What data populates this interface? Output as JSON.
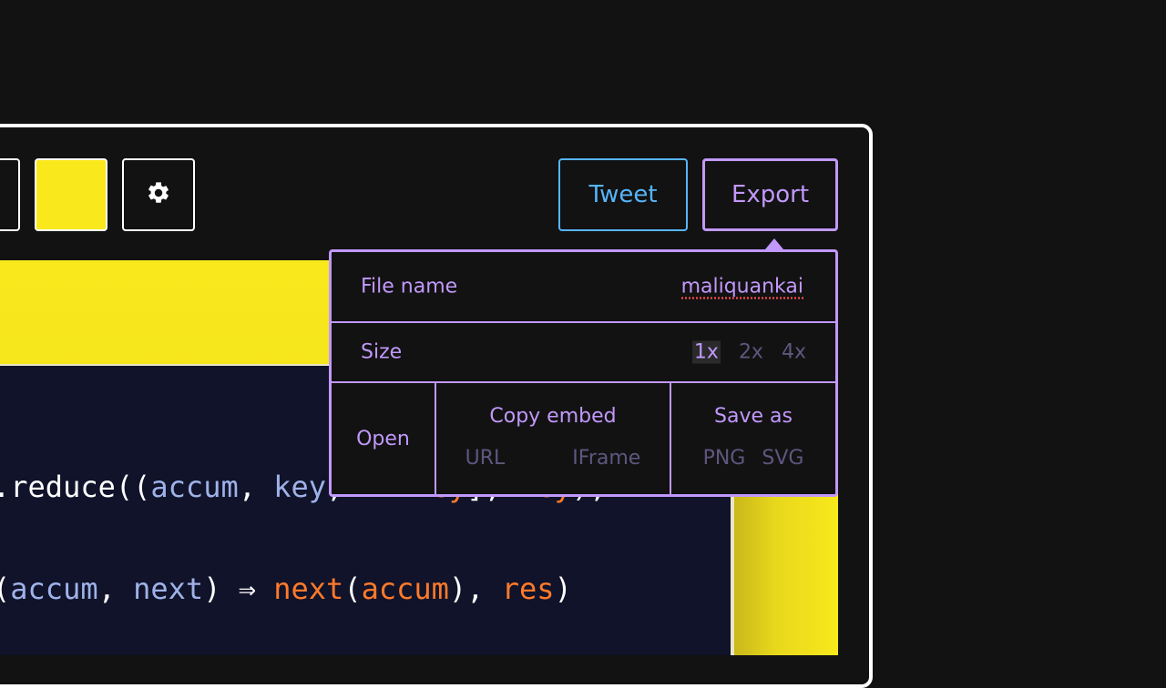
{
  "toolbar": {
    "tweet_label": "Tweet",
    "export_label": "Export",
    "color_swatch": "#f8e81c"
  },
  "export_menu": {
    "file_name_label": "File name",
    "file_name_value": "maliquankai",
    "size_label": "Size",
    "size_options": [
      "1x",
      "2x",
      "4x"
    ],
    "size_selected": "1x",
    "open_label": "Open",
    "copy_embed_label": "Copy embed",
    "copy_embed_options": [
      "URL",
      "IFrame"
    ],
    "save_as_label": "Save as",
    "save_as_options": [
      "PNG",
      "SVG"
    ]
  },
  "code": {
    "line1": {
      "t1": ".reduce((",
      "t2": "accum",
      "t3": ", ",
      "t4": "key",
      "t5": ", ...",
      "t6": "key",
      "t7": "]",
      "t8": ", ",
      "t9": "key",
      "t10": "),"
    },
    "line2": {
      "t1": "(",
      "t2": "accum",
      "t3": ", ",
      "t4": "next",
      "t5": ") ⇒ ",
      "t6": "next",
      "t7": "(",
      "t8": "accum",
      "t9": "), ",
      "t10": "res",
      "t11": ")"
    }
  },
  "colors": {
    "accent_purple": "#c198fb",
    "tweet_blue": "#57b5f9",
    "canvas_yellow": "#f8e81c",
    "code_bg": "#10132a",
    "orange": "#ff7a2a"
  }
}
